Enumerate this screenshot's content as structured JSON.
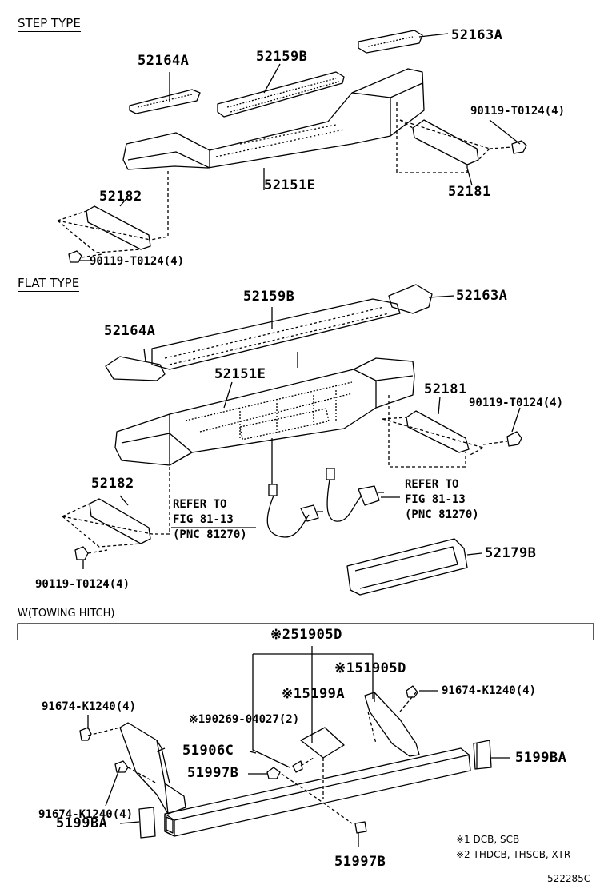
{
  "sections": {
    "step_type": "STEP TYPE",
    "flat_type": "FLAT TYPE",
    "towing_hitch": "W(TOWING HITCH)"
  },
  "step": {
    "p52163A": "52163A",
    "p52164A": "52164A",
    "p52159B": "52159B",
    "p90119_right": "90119-T0124(4)",
    "p52151E": "52151E",
    "p52181": "52181",
    "p52182": "52182",
    "p90119_left": "90119-T0124(4)"
  },
  "flat": {
    "p52159B": "52159B",
    "p52163A": "52163A",
    "p52164A": "52164A",
    "p52151E": "52151E",
    "p52181": "52181",
    "p90119_right": "90119-T0124(4)",
    "refer_right": "REFER TO\nFIG 81-13\n(PNC 81270)",
    "p52182": "52182",
    "refer_left": "REFER TO\nFIG 81-13\n(PNC 81270)",
    "p52179B": "52179B",
    "p90119_left": "90119-T0124(4)"
  },
  "hitch": {
    "p51905D_2": "※251905D",
    "p51905D_1": "※151905D",
    "p91674_right": "91674-K1240(4)",
    "p5199A": "※15199A",
    "p91674_topleft": "91674-K1240(4)",
    "p90269": "※190269-04027(2)",
    "p51906C": "51906C",
    "p5199BA_right": "5199BA",
    "p51997B_mid": "51997B",
    "p91674_bottomleft": "91674-K1240(4)",
    "p5199BA_left": "5199BA",
    "p51997B_bottom": "51997B"
  },
  "notes": {
    "n1": "※1 DCB, SCB",
    "n2": "※2 THDCB, THSCB, XTR"
  },
  "diagram_id": "522285C"
}
